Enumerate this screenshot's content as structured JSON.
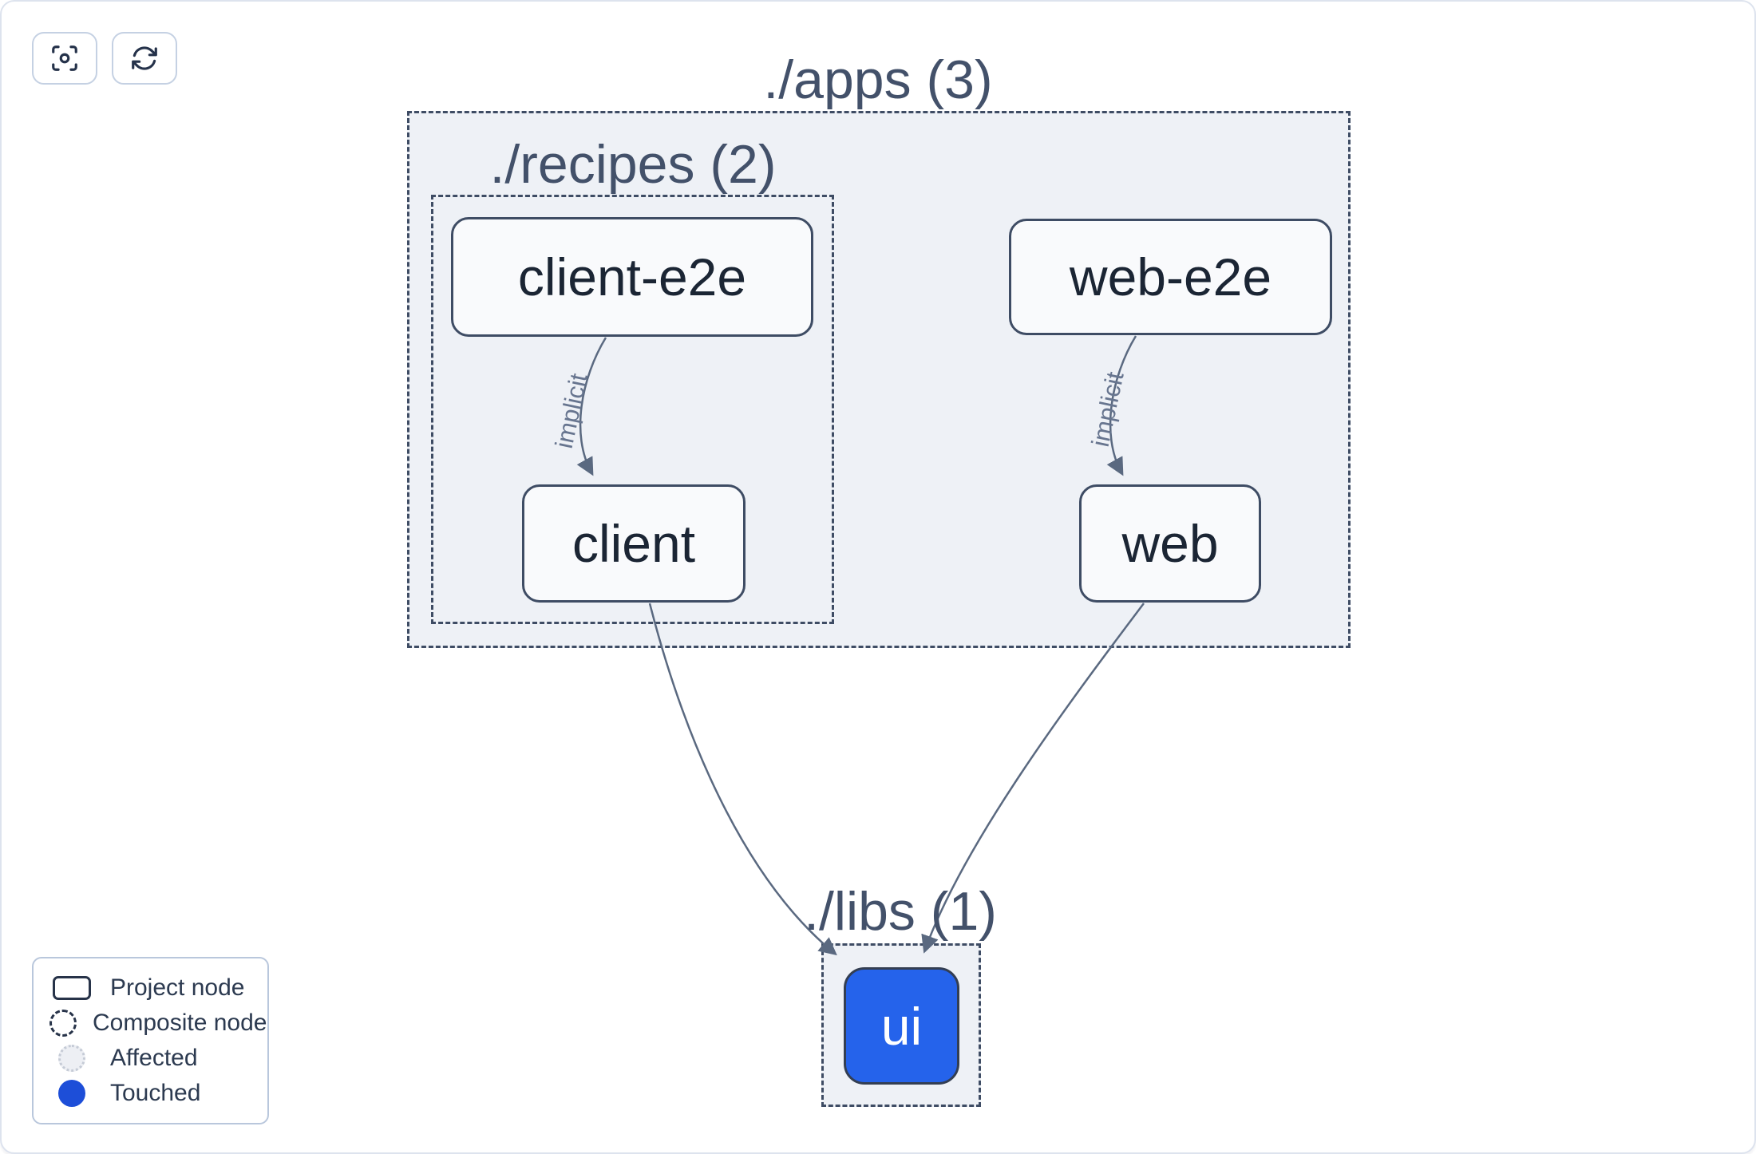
{
  "toolbar": {
    "buttons": [
      {
        "id": "focus",
        "icon": "focus-icon"
      },
      {
        "id": "refresh",
        "icon": "refresh-icon"
      }
    ]
  },
  "graph": {
    "groups": [
      {
        "id": "apps",
        "label": "./apps (3)",
        "type": "composite"
      },
      {
        "id": "recipes",
        "label": "./recipes (2)",
        "type": "composite"
      },
      {
        "id": "libs",
        "label": "./libs (1)",
        "type": "composite"
      }
    ],
    "nodes": [
      {
        "id": "client-e2e",
        "label": "client-e2e",
        "state": "default"
      },
      {
        "id": "web-e2e",
        "label": "web-e2e",
        "state": "default"
      },
      {
        "id": "client",
        "label": "client",
        "state": "default"
      },
      {
        "id": "web",
        "label": "web",
        "state": "default"
      },
      {
        "id": "ui",
        "label": "ui",
        "state": "touched"
      }
    ],
    "edges": [
      {
        "from": "client-e2e",
        "to": "client",
        "label": "implicit"
      },
      {
        "from": "web-e2e",
        "to": "web",
        "label": "implicit"
      },
      {
        "from": "client",
        "to": "ui",
        "label": ""
      },
      {
        "from": "web",
        "to": "ui",
        "label": ""
      }
    ]
  },
  "legend": {
    "items": [
      {
        "label": "Project node",
        "swatch": "project"
      },
      {
        "label": "Composite node",
        "swatch": "composite"
      },
      {
        "label": "Affected",
        "swatch": "affected"
      },
      {
        "label": "Touched",
        "swatch": "touched"
      }
    ]
  },
  "colors": {
    "touched_node": "#2563eb",
    "touched_legend": "#1d4ed8",
    "group_fill": "#eef1f6",
    "outline": "#3e4c64",
    "edge": "#5a6980",
    "node_text": "#1b2534",
    "group_title": "#43516a"
  }
}
